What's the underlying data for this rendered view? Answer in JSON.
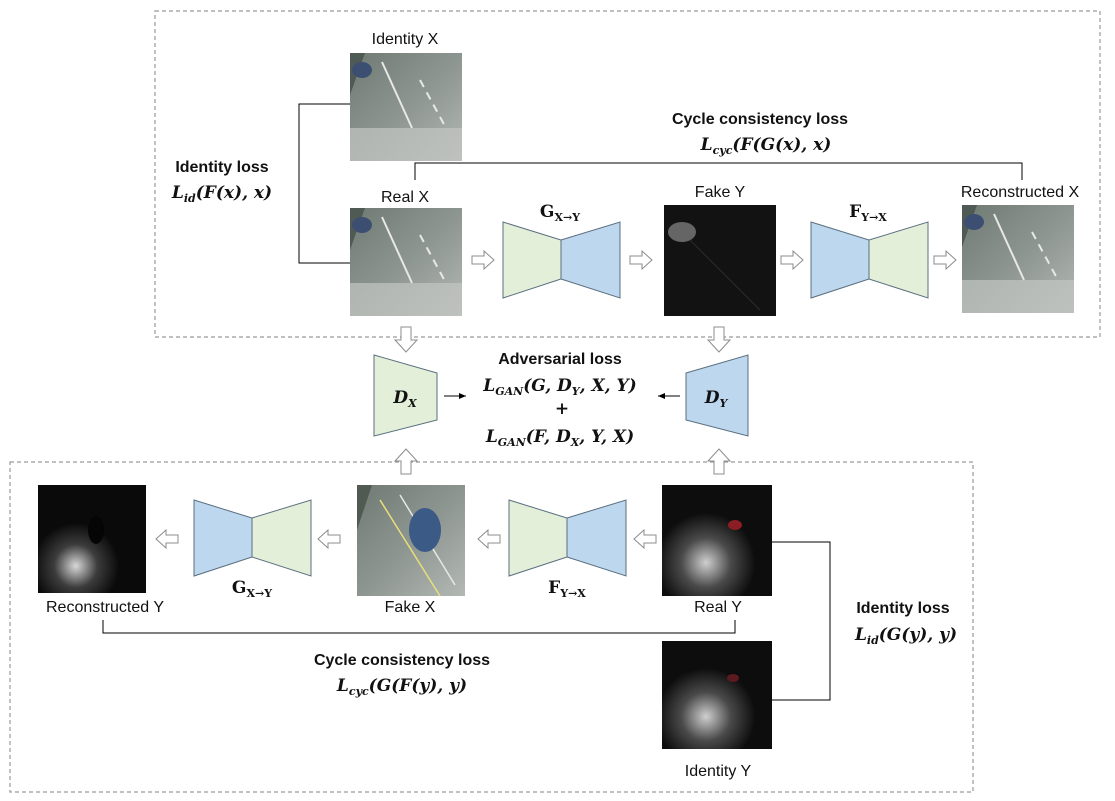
{
  "colors": {
    "green_block": "#e3efd8",
    "blue_block": "#bdd7ee",
    "block_stroke": "#5a6f80",
    "dashed_border": "#9a9a9a",
    "arrow_stroke": "#8c8c8c",
    "line": "#000000"
  },
  "top": {
    "identity_x_label": "Identity X",
    "real_x_label": "Real X",
    "fake_y_label": "Fake Y",
    "reconstructed_x_label": "Reconstructed X",
    "identity_loss_title": "Identity loss",
    "identity_loss_fn": "L",
    "identity_loss_sub": "id",
    "identity_loss_arg": "(F(x), x)",
    "cycle_loss_title": "Cycle consistency loss",
    "cycle_loss_fn": "L",
    "cycle_loss_sub": "cyc",
    "cycle_loss_arg": "(F(G(x), x)",
    "gen_g_name": "G",
    "gen_g_sub": "X→Y",
    "gen_f_name": "F",
    "gen_f_sub": "Y→X"
  },
  "middle": {
    "adversarial_title": "Adversarial loss",
    "adv_line1_fn": "L",
    "adv_line1_sub": "GAN",
    "adv_line1_arg": "(G, D",
    "adv_line1_dsub": "Y",
    "adv_line1_rest": ", X, Y)",
    "plus": "+",
    "adv_line2_fn": "L",
    "adv_line2_sub": "GAN",
    "adv_line2_arg": "(F, D",
    "adv_line2_dsub": "X",
    "adv_line2_rest": ", Y, X)",
    "disc_x_name": "D",
    "disc_x_sub": "X",
    "disc_y_name": "D",
    "disc_y_sub": "Y"
  },
  "bottom": {
    "reconstructed_y_label": "Reconstructed Y",
    "fake_x_label": "Fake X",
    "real_y_label": "Real Y",
    "identity_y_label": "Identity Y",
    "identity_loss_title": "Identity loss",
    "identity_loss_fn": "L",
    "identity_loss_sub": "id",
    "identity_loss_arg": "(G(y), y)",
    "cycle_loss_title": "Cycle consistency loss",
    "cycle_loss_fn": "L",
    "cycle_loss_sub": "cyc",
    "cycle_loss_arg": "(G(F(y), y)",
    "gen_g_name": "G",
    "gen_g_sub": "X→Y",
    "gen_f_name": "F",
    "gen_f_sub": "Y→X"
  }
}
